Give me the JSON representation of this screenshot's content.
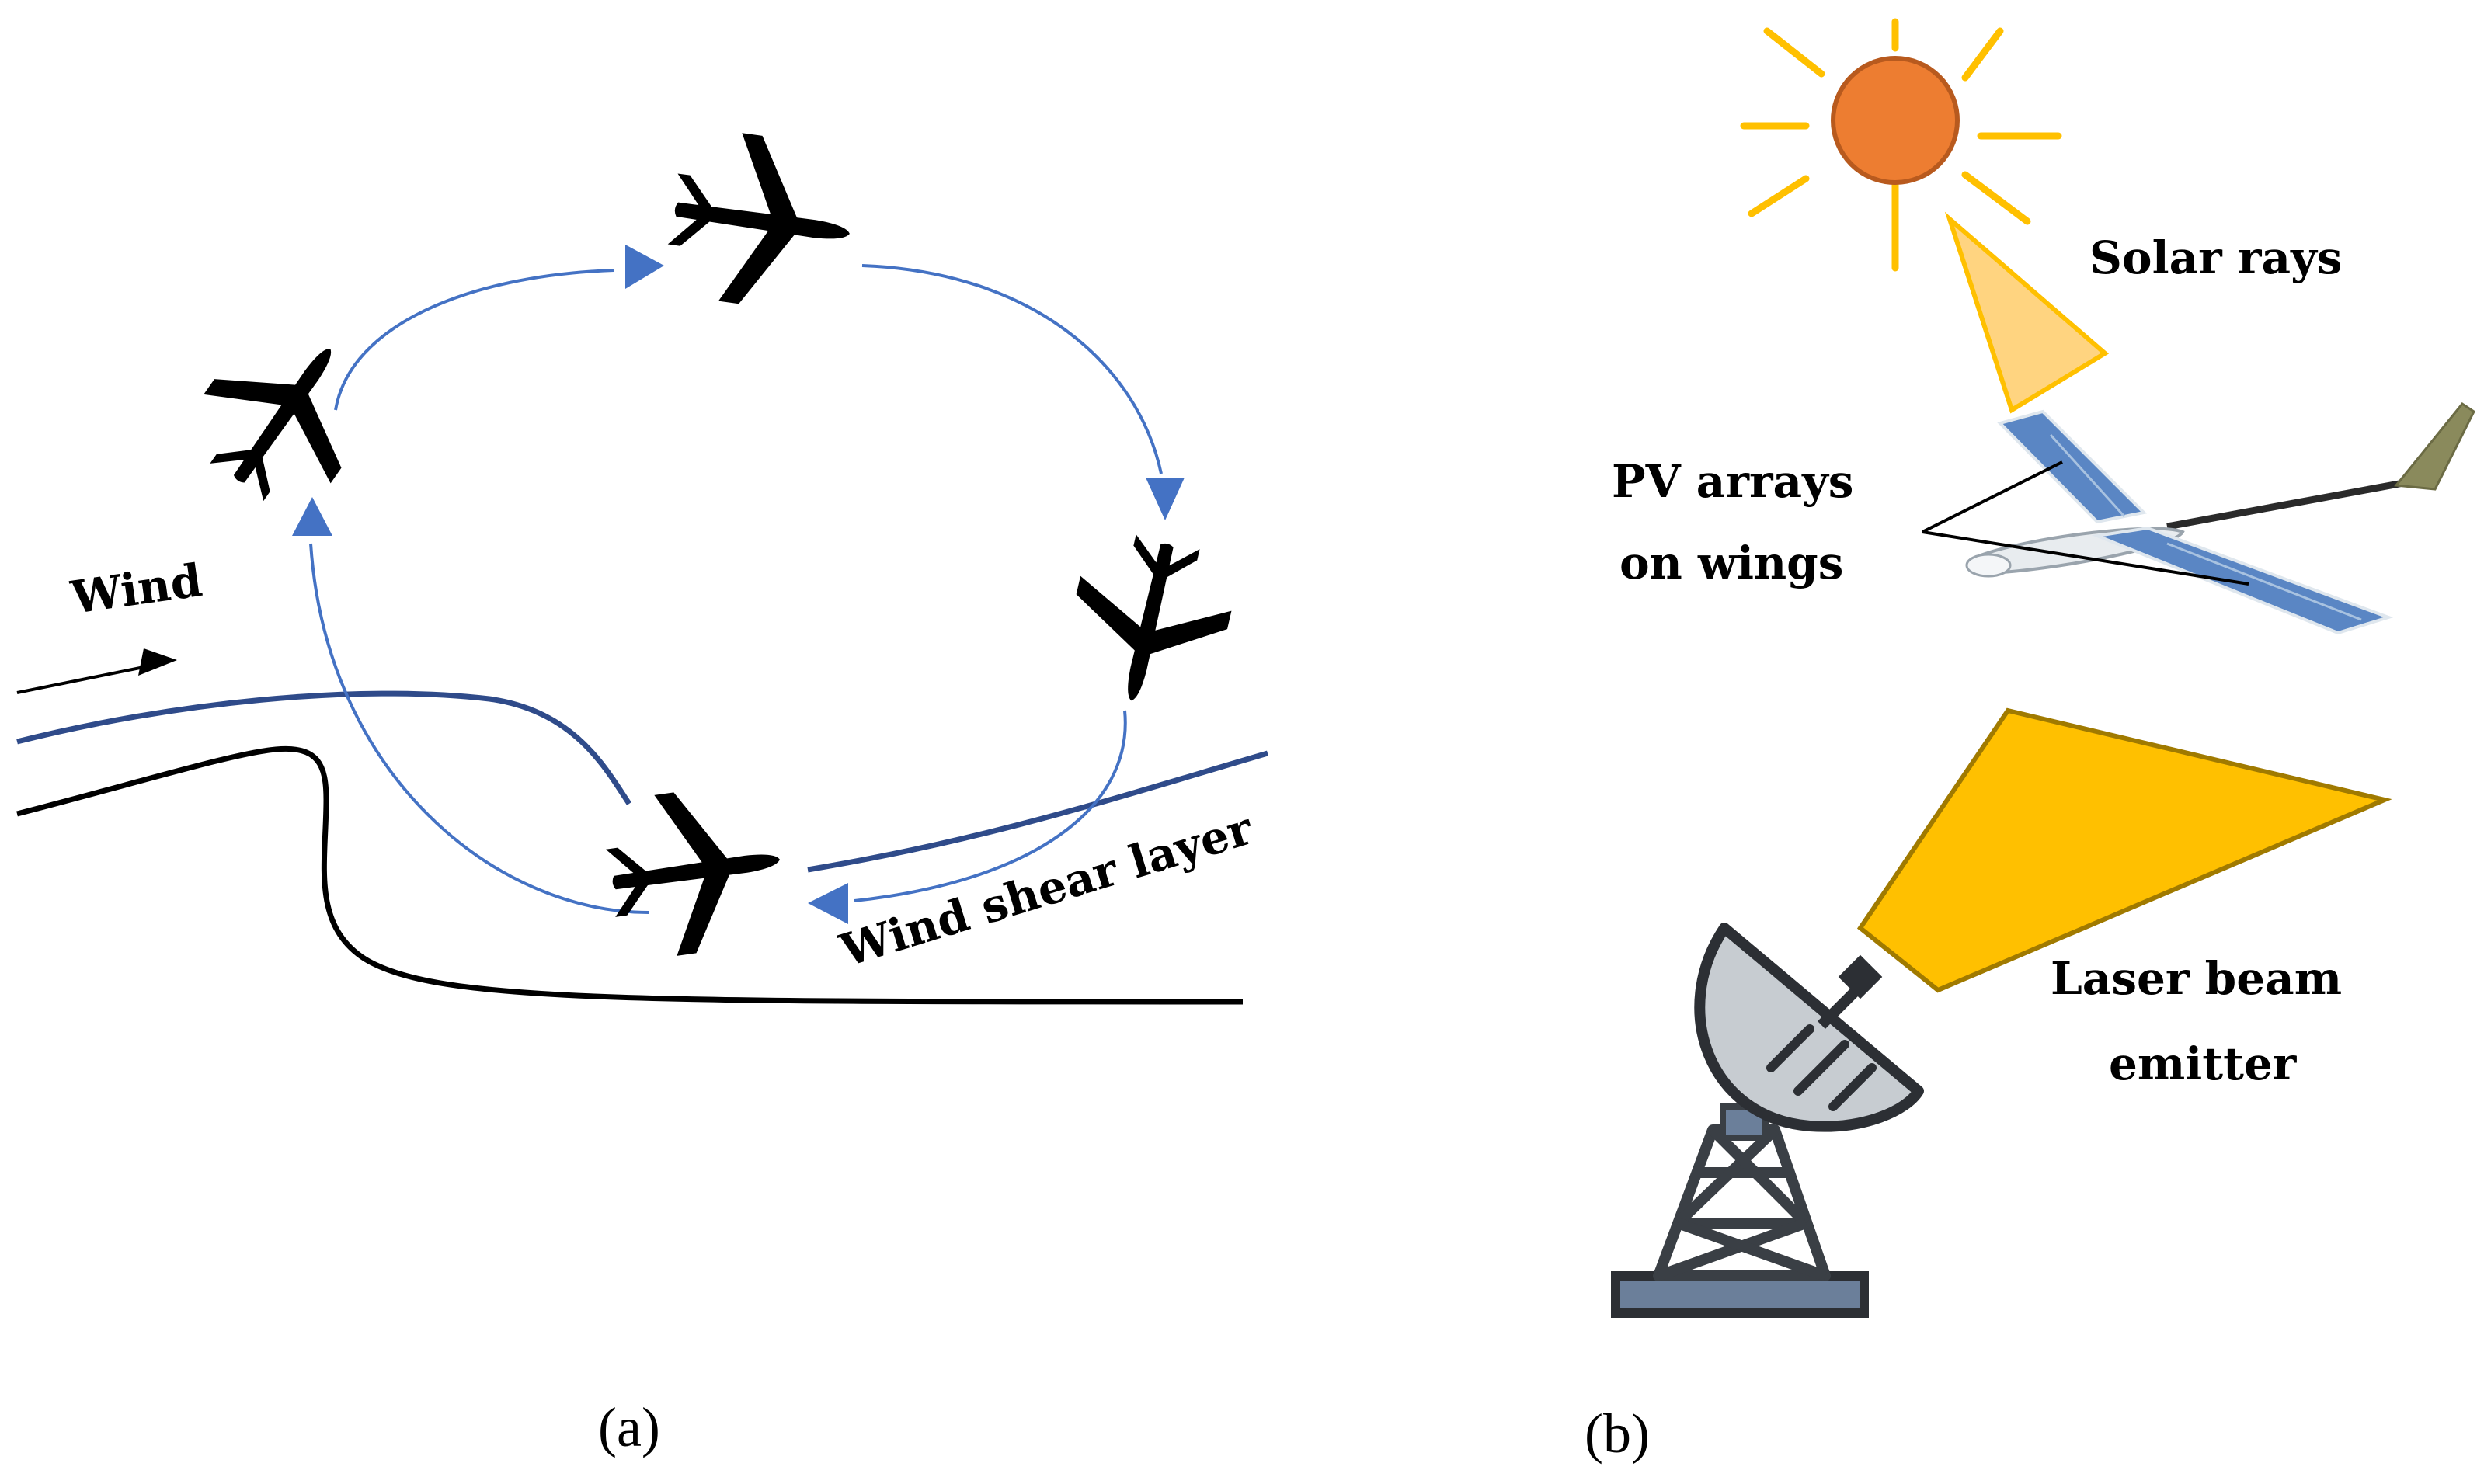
{
  "panel_a": {
    "caption": "(a)",
    "labels": {
      "wind": "Wind",
      "wind_shear": "Wind shear layer"
    },
    "colors": {
      "flight_path": "#4472c4",
      "shear_line": "#2f4b8a",
      "terrain": "#000000",
      "aircraft": "#000000"
    }
  },
  "panel_b": {
    "caption": "(b)",
    "labels": {
      "solar_rays": "Solar rays",
      "pv_line1": "PV arrays",
      "pv_line2": "on wings",
      "laser_line1": "Laser beam",
      "laser_line2": "emitter"
    },
    "colors": {
      "sun": "#ed7d31",
      "sun_outline": "#b85a1e",
      "sun_rays": "#ffc000",
      "solar_beam": "#ffd480",
      "laser_beam": "#ffc000",
      "dish": "#c7ccd1",
      "tower": "#3a3f45"
    }
  }
}
